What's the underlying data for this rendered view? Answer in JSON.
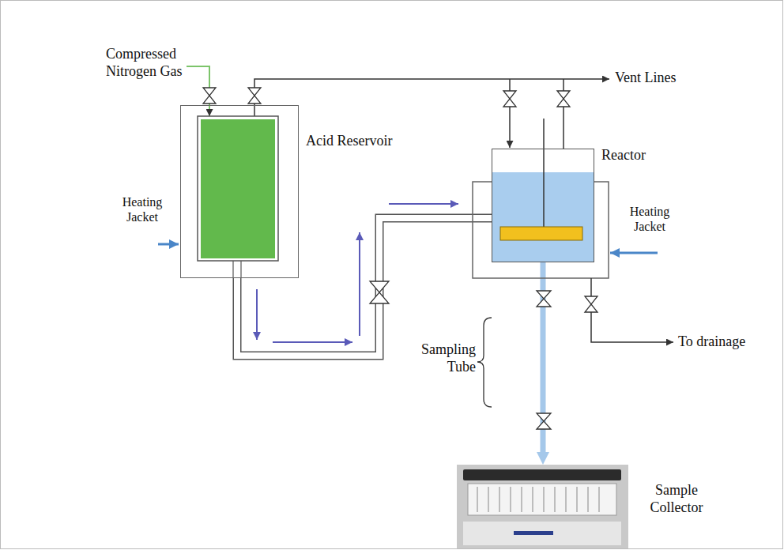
{
  "diagram": {
    "nodes": [
      {
        "text": [
          "Acid Reservoir"
        ]
      },
      {
        "text": [
          "Reactor"
        ]
      },
      {
        "text": [
          "Sample Collector"
        ]
      }
    ],
    "edges": [
      {
        "from": 0,
        "to": 1,
        "arrow": "to"
      },
      {
        "from": 1,
        "to": 2,
        "arrow": "to"
      }
    ],
    "labels": [
      "Compressed Nitrogen Gas",
      "Vent Lines",
      "Heating Jacket",
      "Heating Jacket",
      "Sampling Tube",
      "To drainage"
    ]
  }
}
